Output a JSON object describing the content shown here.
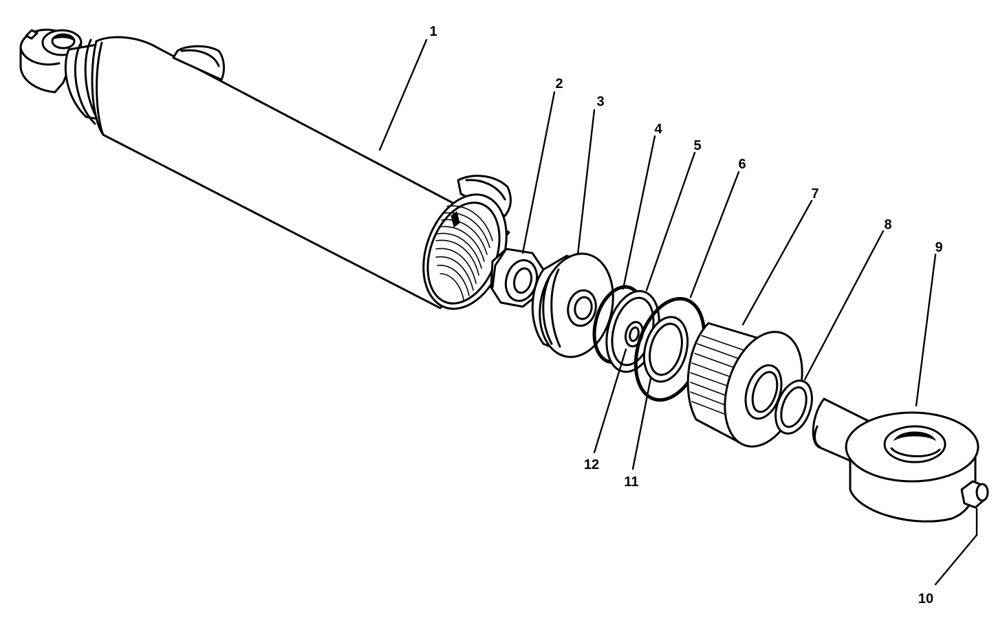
{
  "callouts": [
    {
      "id": "1",
      "label": "1"
    },
    {
      "id": "2",
      "label": "2"
    },
    {
      "id": "3",
      "label": "3"
    },
    {
      "id": "4",
      "label": "4"
    },
    {
      "id": "5",
      "label": "5"
    },
    {
      "id": "6",
      "label": "6"
    },
    {
      "id": "7",
      "label": "7"
    },
    {
      "id": "8",
      "label": "8"
    },
    {
      "id": "9",
      "label": "9"
    },
    {
      "id": "10",
      "label": "10"
    },
    {
      "id": "11",
      "label": "11"
    },
    {
      "id": "12",
      "label": "12"
    }
  ],
  "colors": {
    "ink": "#000000",
    "paper": "#ffffff"
  }
}
